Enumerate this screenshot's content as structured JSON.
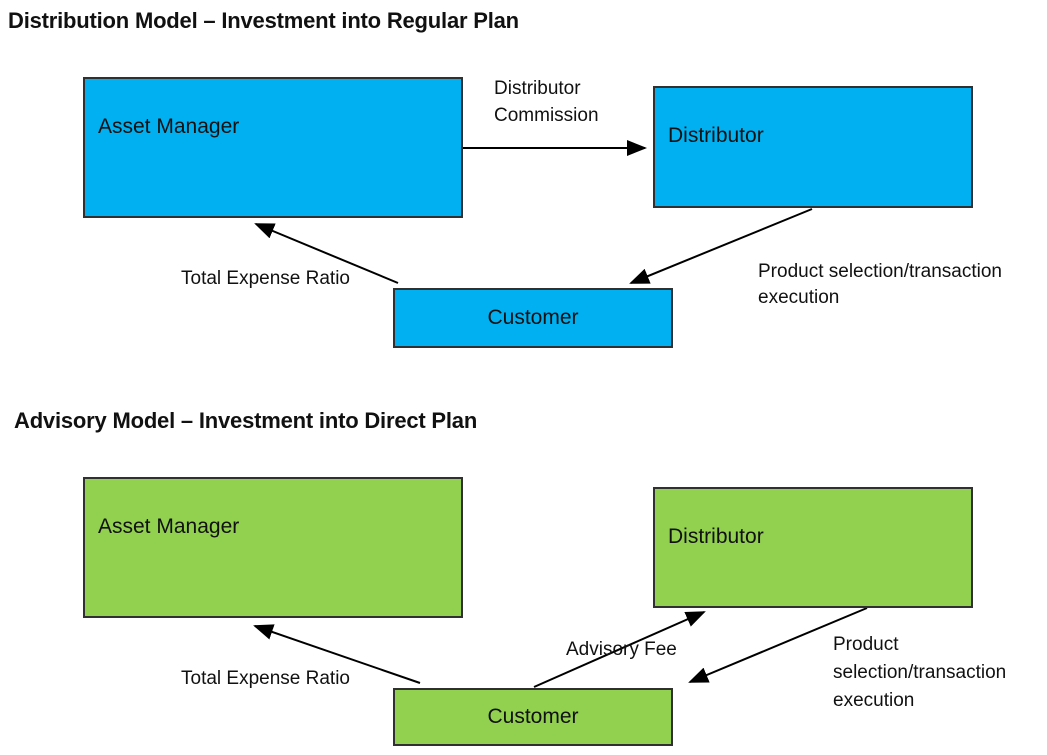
{
  "colors": {
    "regular_plan_box": "#00b0f0",
    "direct_plan_box": "#92d050",
    "box_border": "#303030",
    "arrow": "#000000"
  },
  "distribution_model": {
    "title": "Distribution Model – Investment into Regular Plan",
    "nodes": {
      "asset_manager": "Asset Manager",
      "distributor": "Distributor",
      "customer": "Customer"
    },
    "flows": {
      "distributor_commission": "Distributor Commission",
      "product_selection": "Product selection/transaction execution",
      "total_expense_ratio": "Total Expense Ratio"
    }
  },
  "advisory_model": {
    "title": "Advisory Model – Investment into Direct Plan",
    "nodes": {
      "asset_manager": "Asset Manager",
      "distributor": "Distributor",
      "customer": "Customer"
    },
    "flows": {
      "advisory_fee": "Advisory Fee",
      "product_selection": "Product selection/transaction execution",
      "total_expense_ratio": "Total Expense Ratio"
    }
  }
}
